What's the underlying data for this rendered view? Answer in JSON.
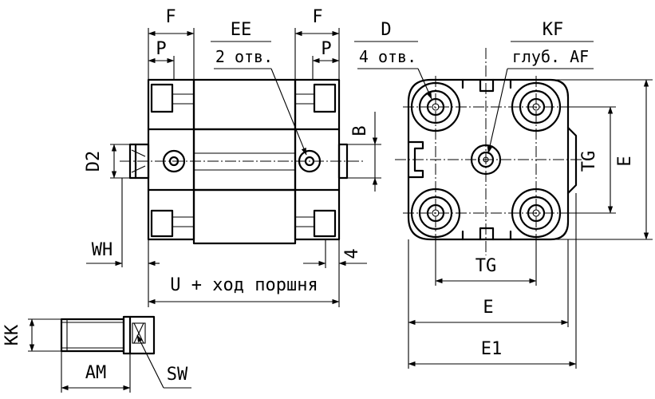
{
  "labels": {
    "f_left": "F",
    "p_left": "P",
    "ee": "EE",
    "ee_holes": "2 отв.",
    "f_right": "F",
    "p_right": "P",
    "b": "B",
    "d2": "D2",
    "wh": "WH",
    "four": "4",
    "u_stroke": "U + ход поршня",
    "d": "D",
    "d_holes": "4 отв.",
    "kf": "KF",
    "kf_depth": "глуб. AF",
    "tg_vertical": "TG",
    "e_vertical": "E",
    "tg_horizontal": "TG",
    "e_horizontal": "E",
    "e1": "E1",
    "kk": "KK",
    "am": "AM",
    "sw": "SW"
  }
}
